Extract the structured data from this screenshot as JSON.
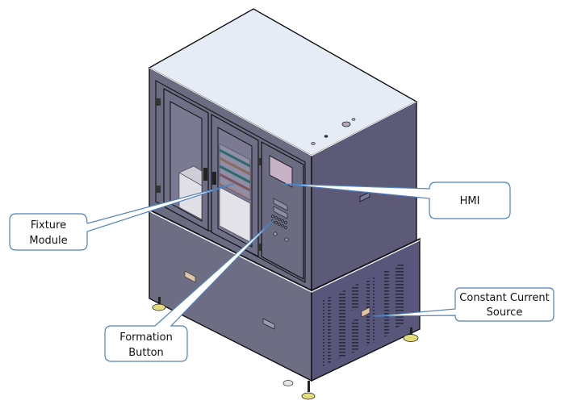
{
  "diagram": {
    "subject": "Battery formation machine (isometric CAD view)",
    "colors": {
      "cabinet_top": "#e6ecf6",
      "cabinet_front": "#6b6c82",
      "cabinet_side": "#5c5a77",
      "base_front": "#6d6e84",
      "base_side": "#58567a",
      "window": "#7c7a93",
      "hmi_screen": "#c7b2c8",
      "callout_stroke": "#4f81bd",
      "leader_fill": "#9cc3e5",
      "foot_pad": "#e3dc7c"
    },
    "callouts": [
      {
        "id": "fixture-module",
        "lines": [
          "Fixture",
          "Module"
        ]
      },
      {
        "id": "hmi",
        "lines": [
          "HMI"
        ]
      },
      {
        "id": "formation-button",
        "lines": [
          "Formation",
          "Button"
        ]
      },
      {
        "id": "constant-current-source",
        "lines": [
          "Constant Current",
          "Source"
        ]
      }
    ]
  }
}
